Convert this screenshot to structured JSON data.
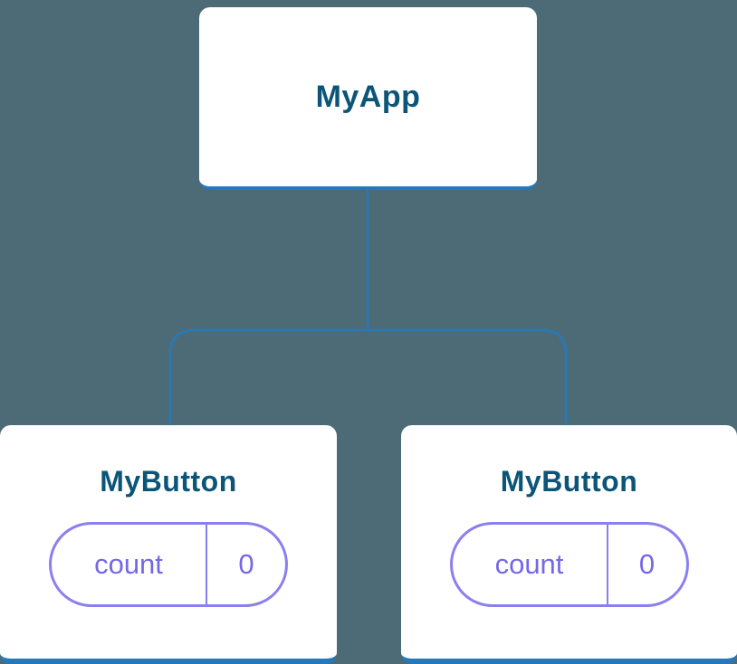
{
  "diagram": {
    "root": {
      "label": "MyApp"
    },
    "children": [
      {
        "label": "MyButton",
        "state": {
          "key": "count",
          "value": "0"
        }
      },
      {
        "label": "MyButton",
        "state": {
          "key": "count",
          "value": "0"
        }
      }
    ],
    "colors": {
      "background": "#4c6b77",
      "connector": "#2579bb",
      "box_fill": "#ffffff",
      "box_accent": "#2579bb",
      "label_text": "#0b5578",
      "state_text": "#7468e8",
      "state_border": "#8a7ff0"
    }
  }
}
